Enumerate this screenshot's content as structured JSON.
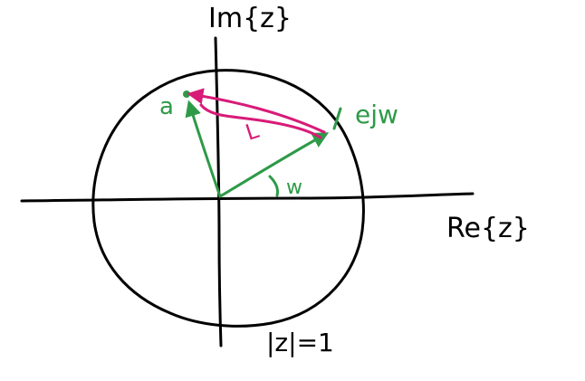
{
  "labels": {
    "imag_axis": "Im{z}",
    "real_axis": "Re{z}",
    "point_a": "a",
    "point_ejw": "ejw",
    "angle": "w",
    "length": "L",
    "unit_circle": "|z|=1"
  },
  "colors": {
    "ink": "#000000",
    "green": "#2e9a48",
    "magenta": "#d81b78"
  }
}
